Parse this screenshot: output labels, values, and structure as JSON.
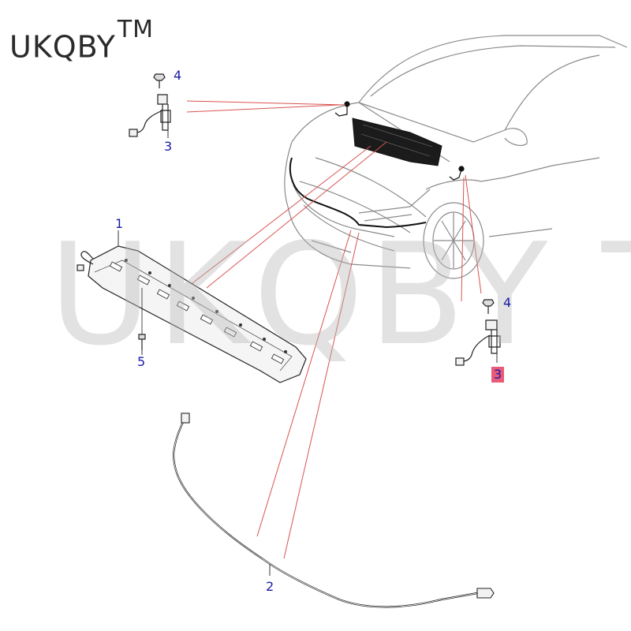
{
  "brand": {
    "name": "UKQBY",
    "mark": "TM"
  },
  "watermark": "UKQBY TM",
  "callouts": {
    "part_1": "1",
    "part_2": "2",
    "part_3_left": "3",
    "part_3_right": "3",
    "part_4_left": "4",
    "part_4_right": "4",
    "part_5": "5"
  },
  "colors": {
    "leader_lines": "#d9534f",
    "callout_text": "#1a1aa6",
    "highlight": "#e85a79",
    "linework": "#222222",
    "vehicle_outline": "#8a8a8a"
  },
  "icons": [
    "hood-latch-switch-icon",
    "hood-latch-panel-icon",
    "hood-release-cable-icon"
  ]
}
